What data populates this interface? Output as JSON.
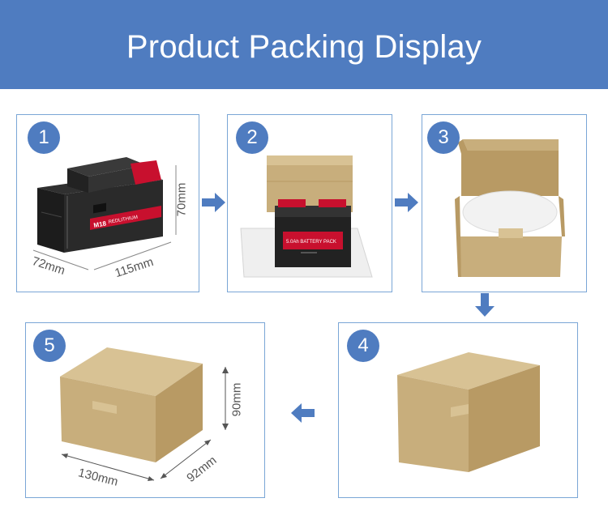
{
  "header": {
    "title": "Product Packing Display"
  },
  "steps": [
    {
      "number": "1",
      "dimensions": {
        "depth": "72mm",
        "length": "115mm",
        "height": "70mm"
      }
    },
    {
      "number": "2"
    },
    {
      "number": "3"
    },
    {
      "number": "4"
    },
    {
      "number": "5",
      "dimensions": {
        "length": "130mm",
        "width": "92mm",
        "height": "90mm"
      }
    }
  ],
  "battery": {
    "brand_badge": "M18",
    "brand_text": "REDLITHIUM",
    "label_text": "5.0Ah BATTERY PACK"
  },
  "colors": {
    "banner": "#4f7cc0",
    "panel_border": "#7aa6d6",
    "arrow": "#4f7cc0",
    "cardboard": "#c8ae7c"
  },
  "icons": {
    "flow_arrow": "arrow-icon"
  }
}
